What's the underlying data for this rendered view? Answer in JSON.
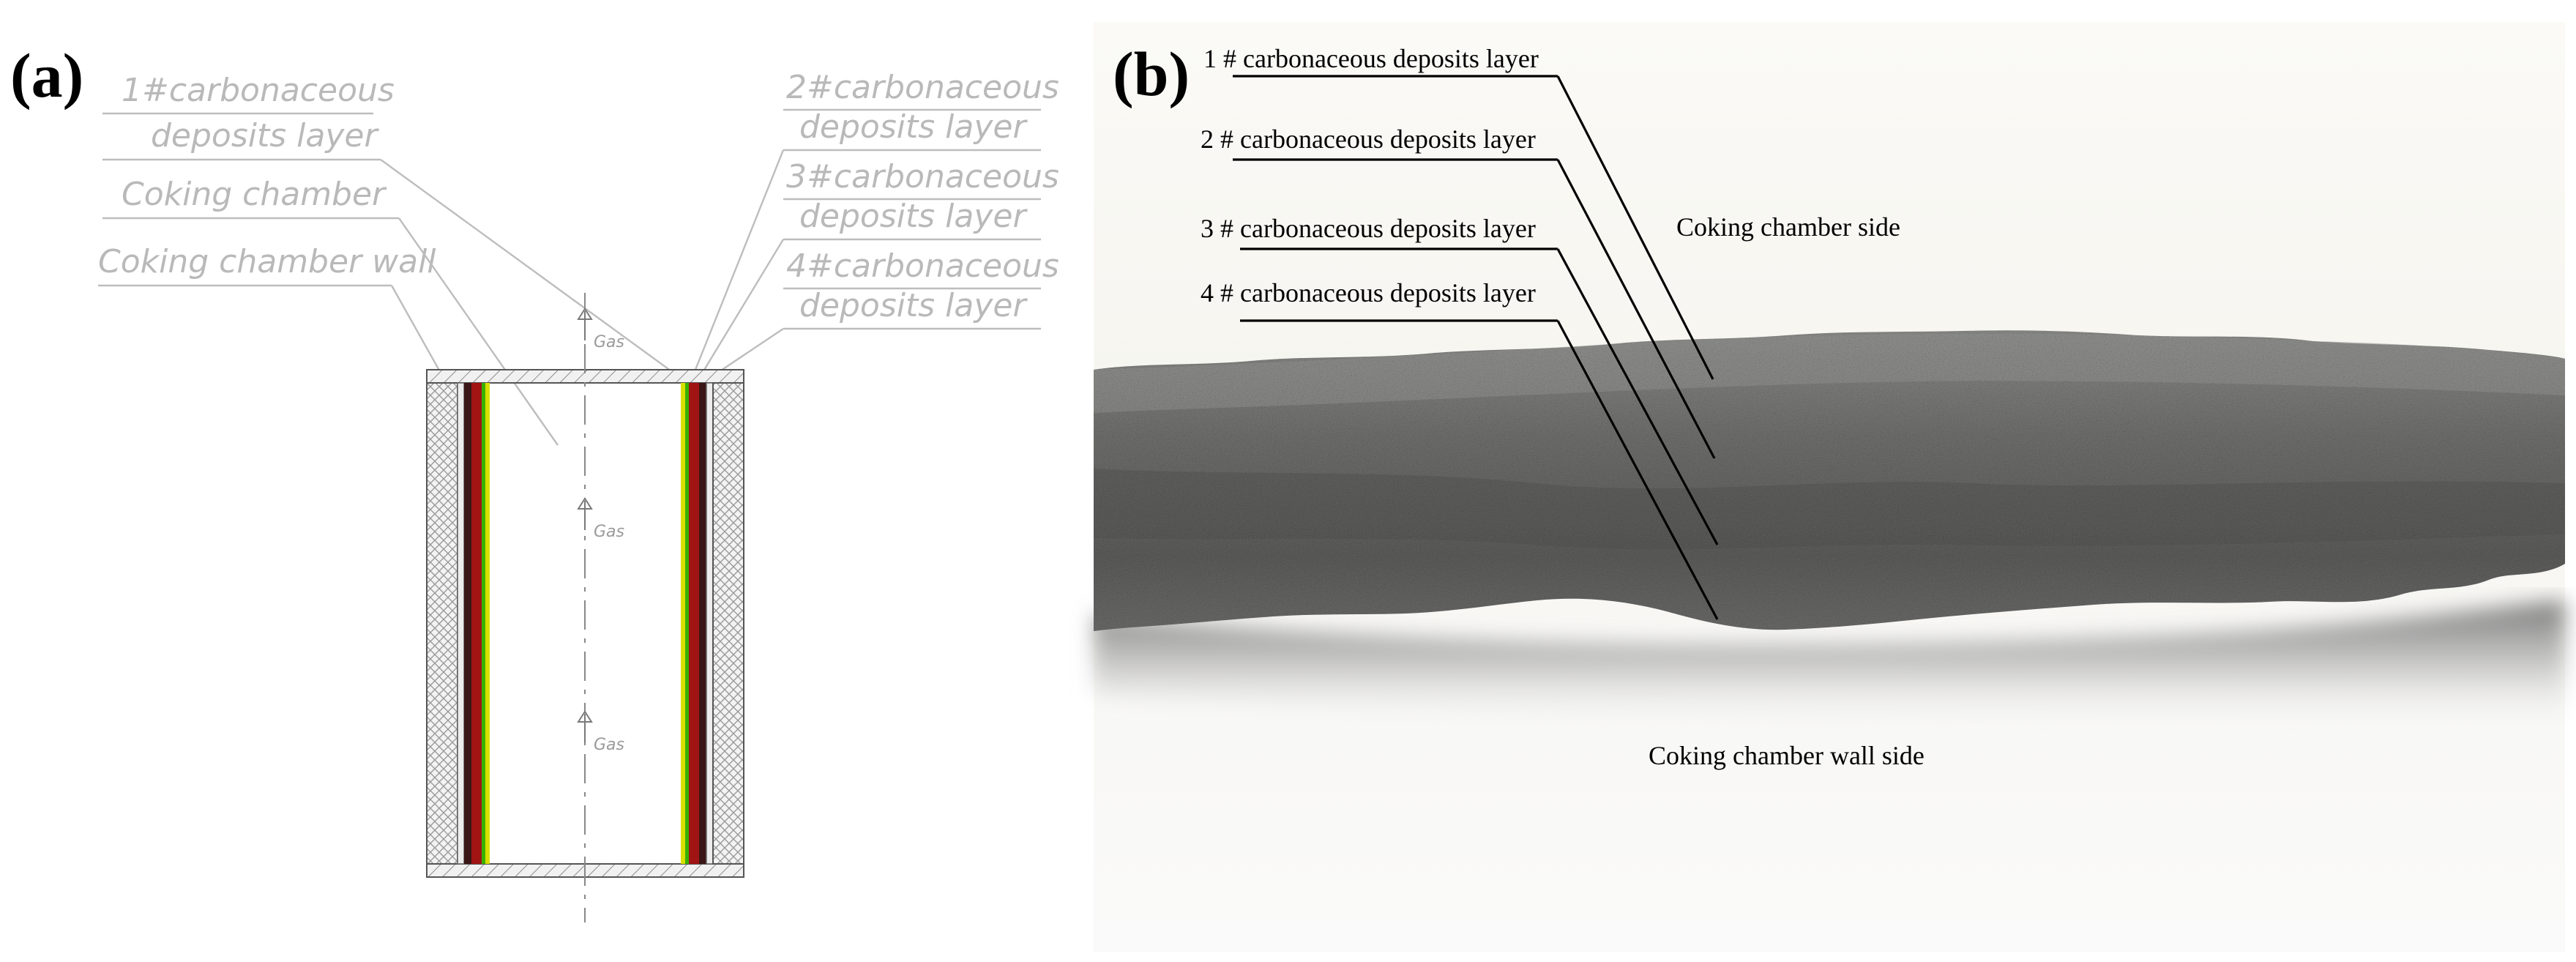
{
  "panel_a": {
    "letter": "(a)",
    "labels": {
      "layer1_line1": "1#carbonaceous",
      "layer1_line2": "deposits layer",
      "chamber": "Coking chamber",
      "wall": "Coking chamber wall",
      "layer2_line1": "2#carbonaceous",
      "layer2_line2": "deposits layer",
      "layer3_line1": "3#carbonaceous",
      "layer3_line2": "deposits layer",
      "layer4_line1": "4#carbonaceous",
      "layer4_line2": "deposits layer"
    },
    "gas_label": "Gas",
    "layer_colors": {
      "wall_hatch": "#9a9a9a",
      "layer_dark": "#3a1616",
      "layer_red": "#a01414",
      "layer_green": "#38b000",
      "layer_yellow": "#d8e000"
    }
  },
  "panel_b": {
    "letter": "(b)",
    "labels": {
      "layer1": "1 # carbonaceous deposits layer",
      "layer2": "2 # carbonaceous deposits layer",
      "layer3": "3 # carbonaceous deposits layer",
      "layer4": "4 # carbonaceous deposits layer",
      "chamber_side": "Coking chamber side",
      "wall_side": "Coking chamber wall side"
    }
  }
}
